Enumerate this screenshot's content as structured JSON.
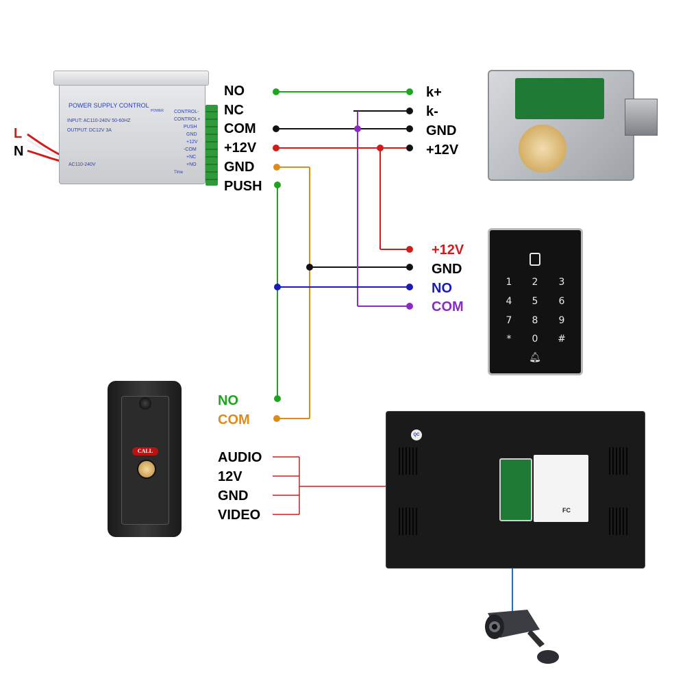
{
  "power_supply": {
    "title": "POWER SUPPLY CONTROL",
    "input_text": "INPUT: AC110-240V 50-60HZ",
    "output_text": "OUTPUT: DC12V  3A",
    "bottom_text": "AC110-240V",
    "power_label": "POWER",
    "time_label": "Time",
    "terminals": [
      "CONTROL-",
      "CONTROL+",
      "PUSH",
      "GND",
      "+12V",
      "-COM",
      "+NC",
      "+NO"
    ],
    "mains_labels": [
      "L",
      "N"
    ],
    "outputs": [
      "NO",
      "NC",
      "COM",
      "+12V",
      "GND",
      "PUSH"
    ]
  },
  "lock": {
    "pins": [
      "k+",
      "k-",
      "GND",
      "+12V"
    ]
  },
  "keypad": {
    "pins": [
      "+12V",
      "GND",
      "NO",
      "COM"
    ],
    "keys": [
      "1",
      "2",
      "3",
      "4",
      "5",
      "6",
      "7",
      "8",
      "9",
      "*",
      "0",
      "#"
    ]
  },
  "door_station": {
    "call_label": "CALL",
    "relay_labels": [
      "NO",
      "COM"
    ],
    "signal_labels": [
      "AUDIO",
      "12V",
      "GND",
      "VIDEO"
    ]
  },
  "monitor": {
    "qc_label": "QC",
    "fc_label": "FC"
  },
  "colors": {
    "green": "#1ea51e",
    "black": "#111111",
    "red": "#d21c1c",
    "orange": "#e08a1a",
    "blue": "#1a1ab8",
    "purple": "#8a2bc4"
  }
}
